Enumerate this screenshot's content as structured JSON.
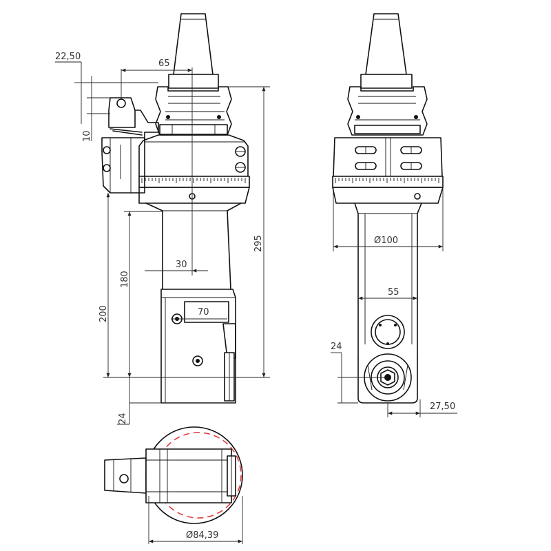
{
  "dimensions": {
    "d_22_50": "22,50",
    "d_65": "65",
    "d_10": "10",
    "d_295": "295",
    "d_30": "30",
    "d_180": "180",
    "d_200": "200",
    "d_70": "70",
    "d_24_left": "24",
    "d_100": "100",
    "d_55": "55",
    "d_24_right": "24",
    "d_27_50": "27,50",
    "d_84_39": "84,39"
  },
  "symbols": {
    "diameter": "Ø"
  },
  "colors": {
    "line": "#111111",
    "dimension": "#333333",
    "hidden_circle": "#e23a3a"
  }
}
